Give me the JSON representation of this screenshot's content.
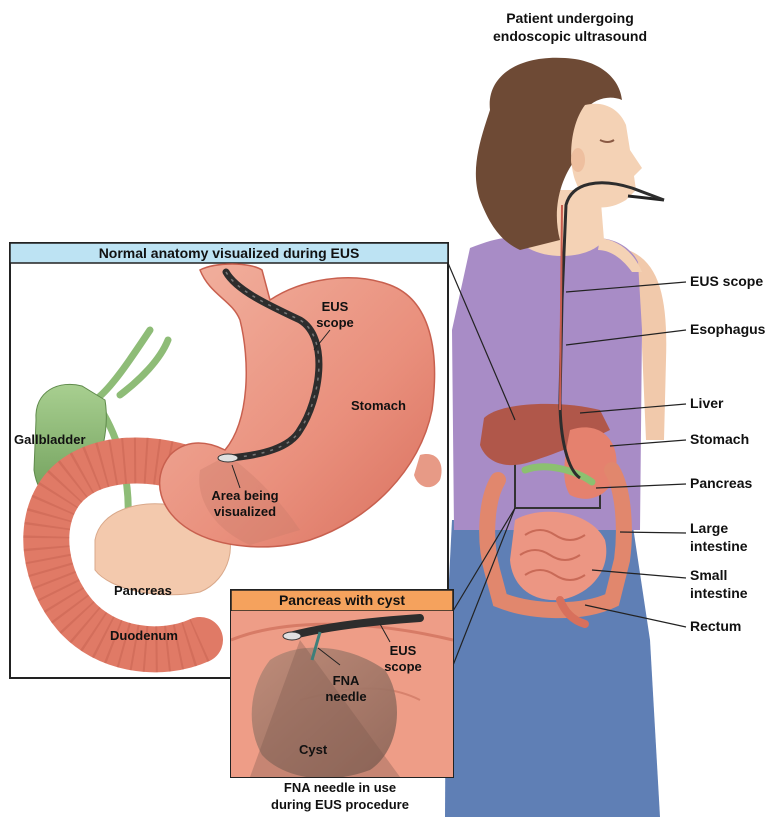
{
  "title": [
    "Patient undergoing",
    "endoscopic ultrasound"
  ],
  "caption": [
    "FNA needle in use",
    "during EUS procedure"
  ],
  "panels": {
    "normal": {
      "header": "Normal anatomy visualized during EUS",
      "header_color": "#bde3f3",
      "labels": {
        "eus_scope": [
          "EUS",
          "scope"
        ],
        "stomach": "Stomach",
        "gallbladder": "Gallbladder",
        "area": [
          "Area being",
          "visualized"
        ],
        "pancreas": "Pancreas",
        "duodenum": "Duodenum"
      }
    },
    "cyst": {
      "header": "Pancreas with cyst",
      "header_color": "#f5a25d",
      "labels": {
        "eus_scope": [
          "EUS",
          "scope"
        ],
        "fna_needle": [
          "FNA",
          "needle"
        ],
        "cyst": "Cyst"
      }
    }
  },
  "body_labels": {
    "eus_scope": "EUS scope",
    "esophagus": "Esophagus",
    "liver": "Liver",
    "stomach": "Stomach",
    "pancreas": "Pancreas",
    "large_intestine": [
      "Large",
      "intestine"
    ],
    "small_intestine": [
      "Small",
      "intestine"
    ],
    "rectum": "Rectum"
  },
  "colors": {
    "skin": "#f4d2b5",
    "hair": "#6e4a35",
    "tank_top": "#a88cc6",
    "pants": "#5f7fb5",
    "stomach": "#ec9886",
    "intestine": "#e4806d",
    "gallbladder": "#8fbf78",
    "scope": "#2d2d2d"
  }
}
